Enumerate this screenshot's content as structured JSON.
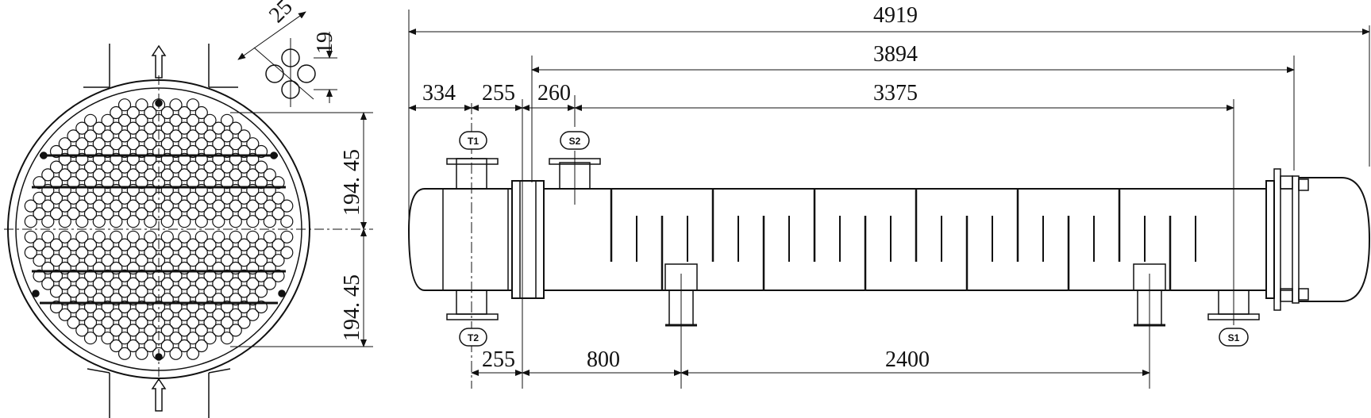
{
  "drawing": {
    "left_view": {
      "pitch_label": "25",
      "spacing_label": "19",
      "upper_row_label": "194. 45",
      "lower_row_label": "194. 45"
    },
    "side_view": {
      "overall_length": "4919",
      "shell_length": "3894",
      "tube_span": "3375",
      "seg_334": "334",
      "seg_255": "255",
      "seg_260": "260",
      "bottom_255": "255",
      "bottom_800": "800",
      "bottom_2400": "2400",
      "nozzle_t1": "T1",
      "nozzle_t2": "T2",
      "nozzle_s1": "S1",
      "nozzle_s2": "S2"
    }
  }
}
